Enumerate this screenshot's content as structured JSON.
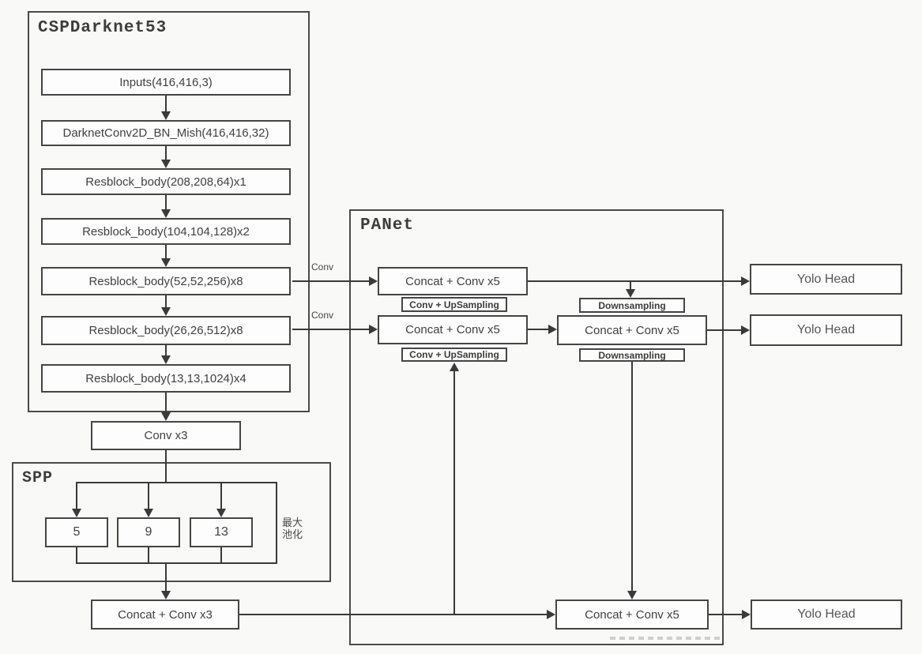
{
  "backbone": {
    "title": "CSPDarknet53",
    "blocks": [
      "Inputs(416,416,3)",
      "DarknetConv2D_BN_Mish(416,416,32)",
      "Resblock_body(208,208,64)x1",
      "Resblock_body(104,104,128)x2",
      "Resblock_body(52,52,256)x8",
      "Resblock_body(26,26,512)x8",
      "Resblock_body(13,13,1024)x4"
    ]
  },
  "conv_x3_label": "Conv x3",
  "spp": {
    "title": "SPP",
    "pools": [
      "5",
      "9",
      "13"
    ],
    "note_lines": [
      "最大",
      "池化"
    ]
  },
  "concat_conv3_label": "Concat + Conv x3",
  "panet": {
    "title": "PANet",
    "concat_conv5_label": "Concat + Conv x5",
    "conv_upsampling_label": "Conv + UpSampling",
    "downsampling_label": "Downsampling"
  },
  "edge_labels": {
    "conv": "Conv"
  },
  "yolo_head_label": "Yolo Head",
  "colors": {
    "line": "#3a3a3a",
    "box_border": "#454545",
    "background": "#f9f9f8",
    "text": "#414141"
  }
}
